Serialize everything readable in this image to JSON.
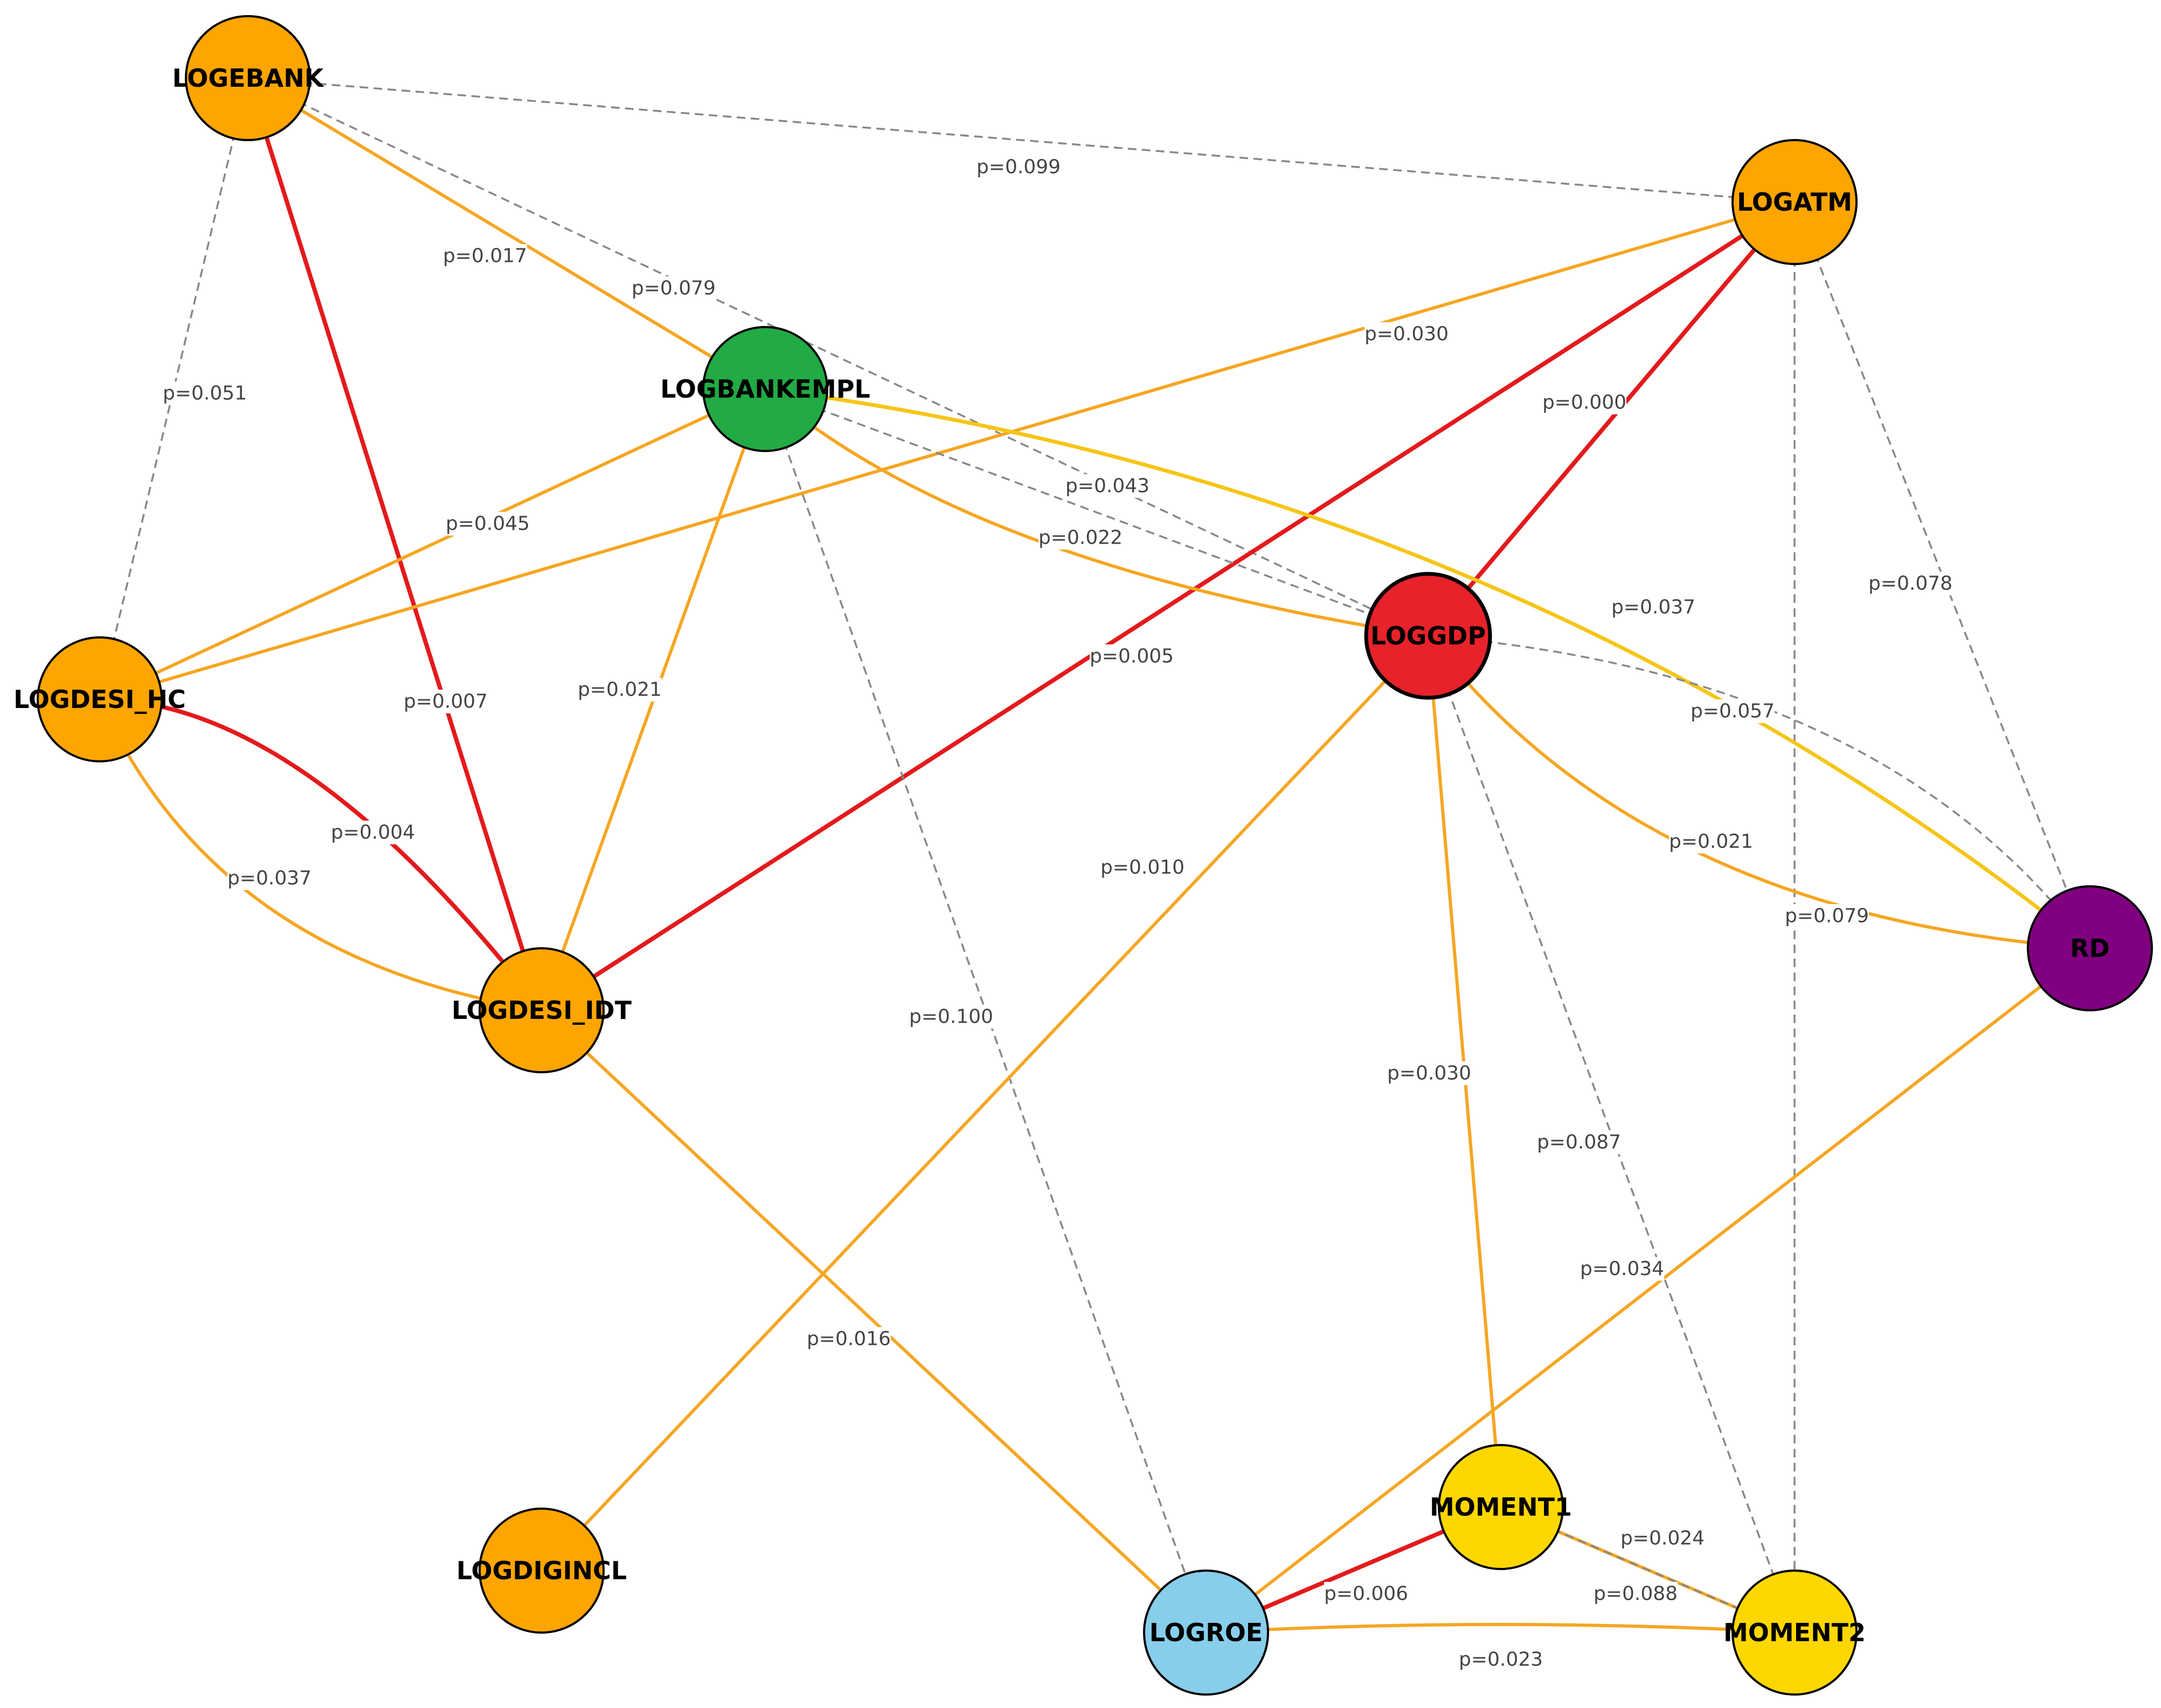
{
  "colors": {
    "strong_edge": "#e31a1c",
    "medium_edge": "#f5a623",
    "yellow_edge": "#f5c518",
    "weak_edge": "#888888",
    "node_default": "#ffa500",
    "node_bankempl": "#22aa44",
    "node_gdp": "#e8222a",
    "node_rd": "#800080",
    "node_roe": "#87ceeb",
    "node_moment": "#ffd700"
  },
  "nodes": {
    "logebank": {
      "label": "LOGEBANK",
      "color": "#ffa500"
    },
    "logatm": {
      "label": "LOGATM",
      "color": "#ffa500"
    },
    "logbankempl": {
      "label": "LOGBANKEMPL",
      "color": "#22aa44"
    },
    "loggdp": {
      "label": "LOGGDP",
      "color": "#e8222a"
    },
    "logdesi_hc": {
      "label": "LOGDESI_HC",
      "color": "#ffa500"
    },
    "logdesi_idt": {
      "label": "LOGDESI_IDT",
      "color": "#ffa500"
    },
    "rd": {
      "label": "RD",
      "color": "#800080"
    },
    "logdigincl": {
      "label": "LOGDIGINCL",
      "color": "#ffa500"
    },
    "logroe": {
      "label": "LOGROE",
      "color": "#87ceeb"
    },
    "moment1": {
      "label": "MOMENT1",
      "color": "#ffd700"
    },
    "moment2": {
      "label": "MOMENT2",
      "color": "#ffd700"
    }
  },
  "edges": [
    {
      "from": "logebank",
      "to": "logatm",
      "label": "p=0.099",
      "style": "weak"
    },
    {
      "from": "logebank",
      "to": "logbankempl",
      "label": "p=0.017",
      "style": "medium"
    },
    {
      "from": "logebank",
      "to": "loggdp",
      "label": "p=0.079",
      "style": "weak"
    },
    {
      "from": "logebank",
      "to": "logdesi_hc",
      "label": "p=0.051",
      "style": "weak"
    },
    {
      "from": "logebank",
      "to": "logdesi_idt",
      "label": "p=0.007",
      "style": "strong"
    },
    {
      "from": "logatm",
      "to": "logdesi_hc",
      "label": "p=0.030",
      "style": "medium"
    },
    {
      "from": "logatm",
      "to": "logdesi_idt",
      "label": "p=0.005",
      "style": "strong"
    },
    {
      "from": "logatm",
      "to": "loggdp",
      "label": "p=0.000",
      "style": "strong"
    },
    {
      "from": "logatm",
      "to": "rd",
      "label": "p=0.078",
      "style": "weak"
    },
    {
      "from": "logatm",
      "to": "moment2",
      "label": "p=0.034",
      "style": "weak"
    },
    {
      "from": "logbankempl",
      "to": "logdesi_hc",
      "label": "p=0.045",
      "style": "medium"
    },
    {
      "from": "logbankempl",
      "to": "logdesi_idt",
      "label": "p=0.021",
      "style": "medium"
    },
    {
      "from": "logbankempl",
      "to": "loggdp",
      "label": "p=0.022",
      "style": "medium"
    },
    {
      "from": "logbankempl",
      "to": "rd",
      "label": "p=0.037",
      "style": "yellow"
    },
    {
      "from": "logbankempl",
      "to": "logroe",
      "label": "p=0.100",
      "style": "weak"
    },
    {
      "from": "logbankempl",
      "to": "loggdp",
      "label": "p=0.043",
      "style": "weak"
    },
    {
      "from": "logdesi_hc",
      "to": "logdesi_idt",
      "label": "p=0.004",
      "style": "strong"
    },
    {
      "from": "logdesi_hc",
      "to": "logdesi_idt",
      "label": "p=0.037",
      "style": "medium"
    },
    {
      "from": "logdesi_idt",
      "to": "logroe",
      "label": "p=0.016",
      "style": "medium"
    },
    {
      "from": "loggdp",
      "to": "logdigincl",
      "label": "p=0.010",
      "style": "medium"
    },
    {
      "from": "loggdp",
      "to": "rd",
      "label": "p=0.021",
      "style": "medium"
    },
    {
      "from": "loggdp",
      "to": "rd",
      "label": "p=0.057",
      "style": "weak"
    },
    {
      "from": "loggdp",
      "to": "moment1",
      "label": "p=0.030",
      "style": "medium"
    },
    {
      "from": "loggdp",
      "to": "moment2",
      "label": "p=0.087",
      "style": "weak"
    },
    {
      "from": "rd",
      "to": "logroe",
      "label": "p=0.079",
      "style": "medium"
    },
    {
      "from": "logroe",
      "to": "moment1",
      "label": "p=0.006",
      "style": "strong"
    },
    {
      "from": "logroe",
      "to": "moment2",
      "label": "p=0.023",
      "style": "medium"
    },
    {
      "from": "moment1",
      "to": "moment2",
      "label": "p=0.024",
      "style": "medium"
    },
    {
      "from": "moment1",
      "to": "moment2",
      "label": "p=0.088",
      "style": "weak"
    }
  ]
}
